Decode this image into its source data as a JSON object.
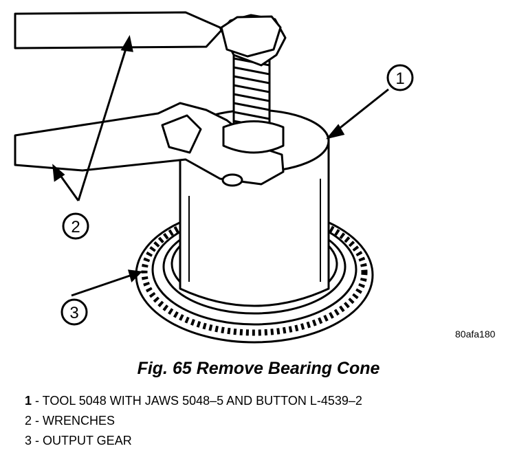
{
  "figure": {
    "callouts": [
      "1",
      "2",
      "3"
    ],
    "figure_id": "80afa180"
  },
  "caption": "Fig. 65 Remove Bearing Cone",
  "legend": [
    {
      "num": "1",
      "text": " - TOOL 5048 WITH JAWS 5048–5 AND BUTTON L-4539–2"
    },
    {
      "num": "2",
      "text": " - WRENCHES"
    },
    {
      "num": "3",
      "text": " - OUTPUT GEAR"
    }
  ]
}
